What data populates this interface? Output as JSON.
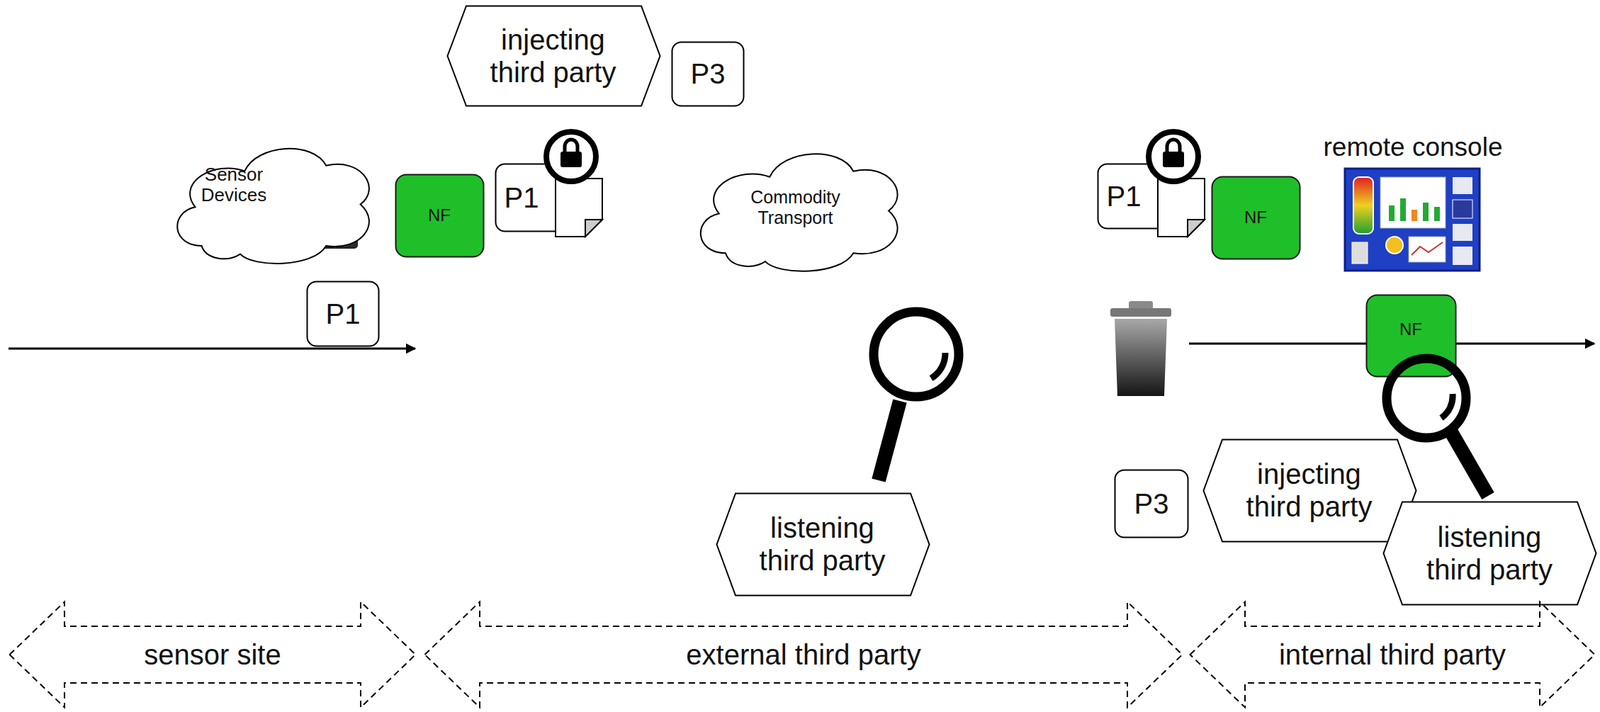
{
  "diagram": {
    "nodes": [
      {
        "text": [
          "Sensor Devices"
        ]
      },
      {
        "text": [
          "injecting third party"
        ]
      },
      {
        "text": [
          "P3"
        ]
      },
      {
        "text": [
          "NF"
        ]
      },
      {
        "text": [
          "P1"
        ]
      },
      {
        "text": [
          "Commodity Transport"
        ]
      },
      {
        "text": [
          "P1"
        ]
      },
      {
        "text": [
          "P1"
        ]
      },
      {
        "text": [
          "NF"
        ]
      },
      {
        "text": [
          "NF"
        ]
      },
      {
        "text": [
          "listening third party"
        ]
      },
      {
        "text": [
          "P3"
        ]
      },
      {
        "text": [
          "injecting third party"
        ]
      },
      {
        "text": [
          "listening third party"
        ]
      },
      {
        "text": [
          "sensor site"
        ]
      },
      {
        "text": [
          "external third party"
        ]
      },
      {
        "text": [
          "internal third party"
        ]
      }
    ],
    "labels": [
      "remote console"
    ]
  }
}
